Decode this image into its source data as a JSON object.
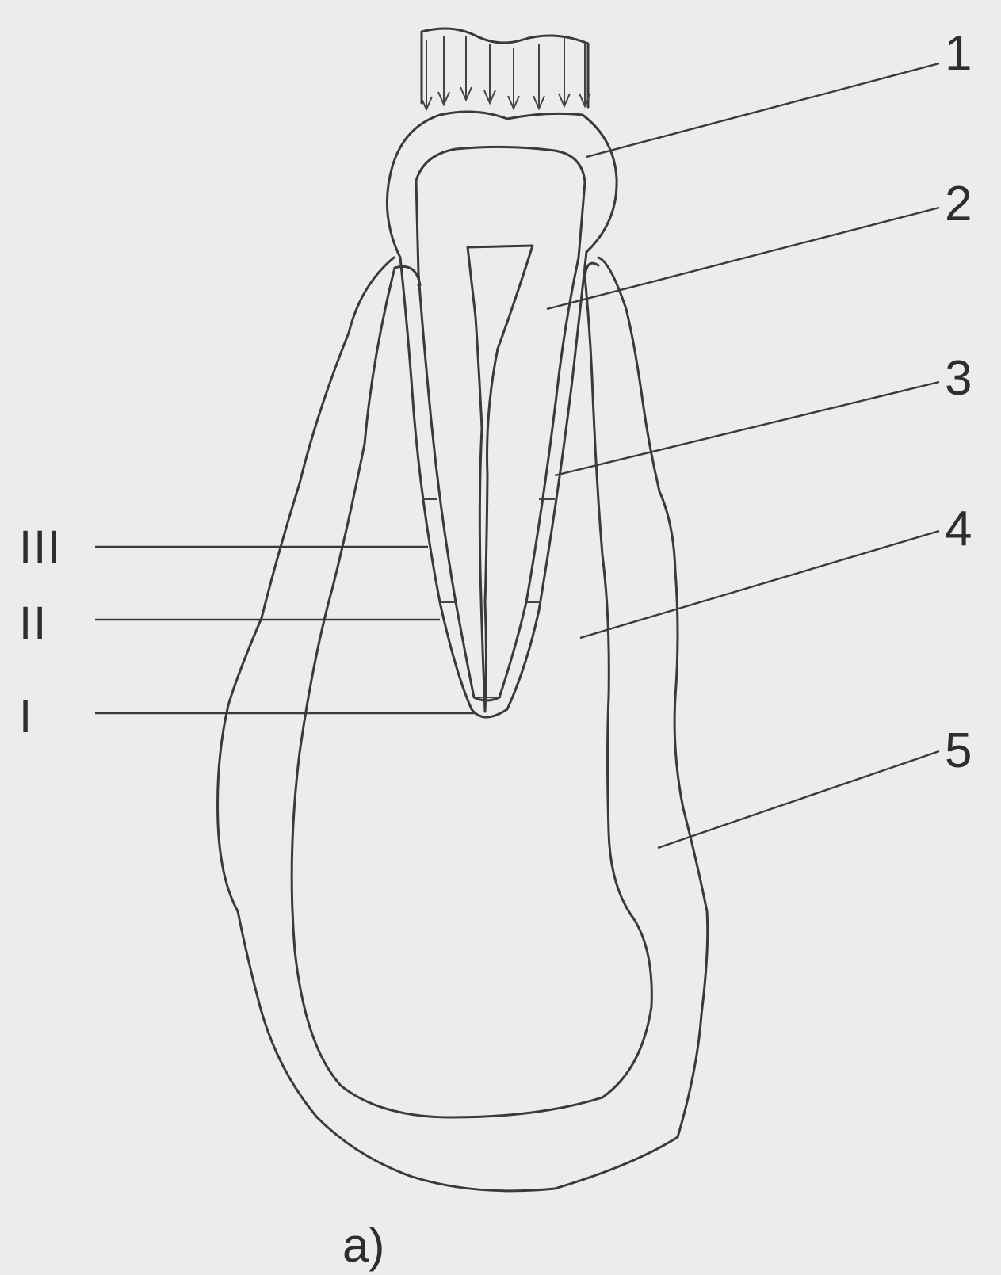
{
  "labels": {
    "one": "1",
    "two": "2",
    "three": "3",
    "four": "4",
    "five": "5",
    "roman_three": "III",
    "roman_two": "II",
    "roman_one": "I"
  },
  "caption": "a)",
  "colors": {
    "background": "#ececec",
    "line": "#3a3a3a"
  }
}
